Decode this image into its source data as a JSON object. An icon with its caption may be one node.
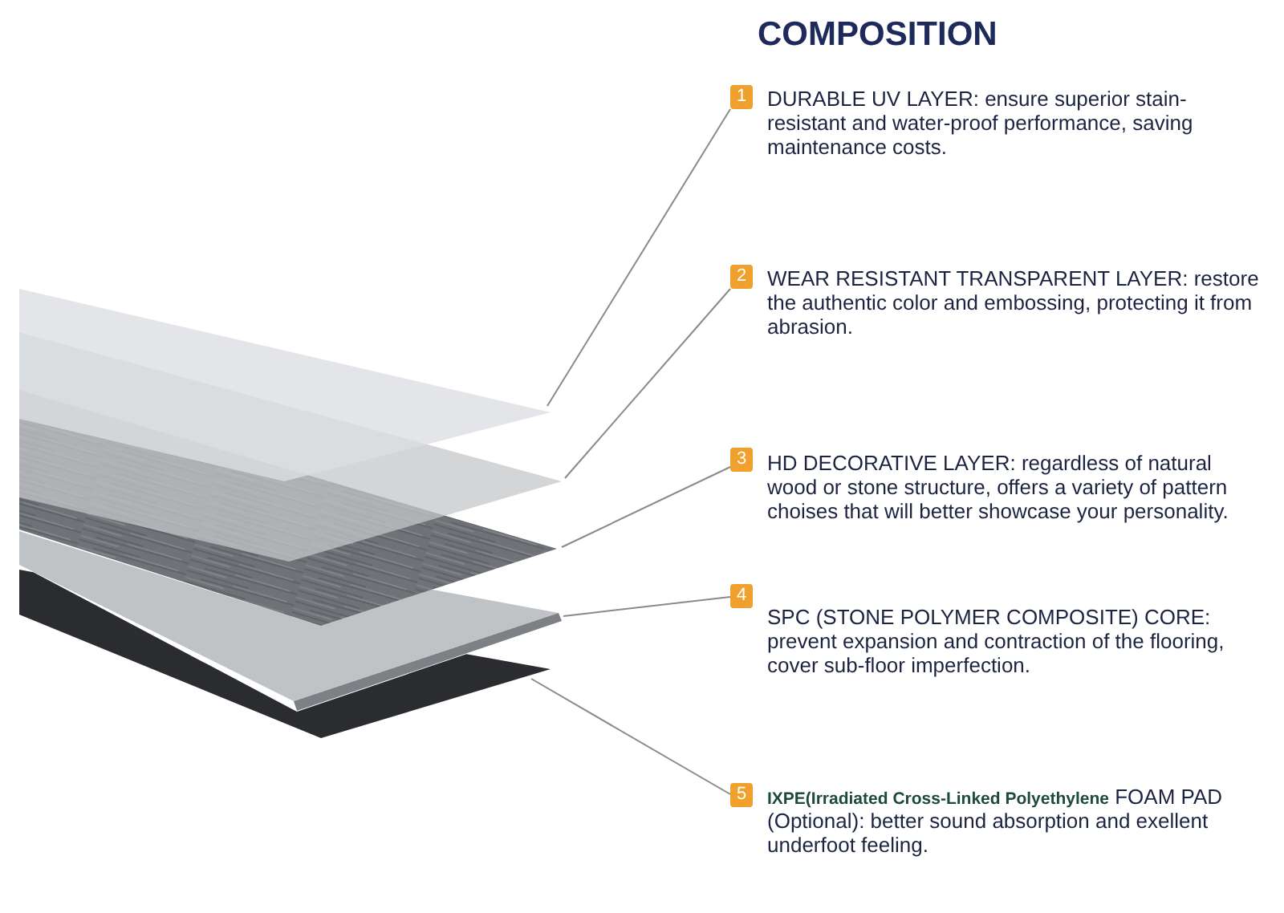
{
  "diagram": {
    "title": "COMPOSITION",
    "nodes": [
      {
        "text": [
          "1"
        ],
        "beside": [
          "DURABLE UV LAYER: ensure superior stain-resistant and water-proof performance, saving maintenance costs."
        ]
      },
      {
        "text": [
          "2"
        ],
        "beside": [
          "WEAR RESISTANT TRANSPARENT LAYER: restore the authentic color and embossing, protecting it from abrasion."
        ]
      },
      {
        "text": [
          "3"
        ],
        "beside": [
          "HD DECORATIVE LAYER: regardless of natural wood or stone structure, offers a variety of pattern choises that will better showcase your personality."
        ]
      },
      {
        "text": [
          "4"
        ],
        "beside": [
          "SPC (STONE POLYMER COMPOSITE) CORE: prevent expansion and contraction of the flooring, cover sub-floor imperfection."
        ]
      },
      {
        "text": [
          "5"
        ],
        "beside": [
          "**IXPE(Irradiated Cross-Linked Polyethylene** FOAM PAD (Optional): better sound absorption and exellent underfoot feeling."
        ]
      },
      {
        "text": [],
        "shape": "picture"
      },
      {
        "text": [],
        "shape": "picture"
      },
      {
        "text": [],
        "shape": "picture"
      },
      {
        "text": [],
        "shape": "picture"
      },
      {
        "text": [],
        "shape": "picture"
      }
    ],
    "edges": [
      {
        "from": 0,
        "to": 5,
        "arrow": "none"
      },
      {
        "from": 1,
        "to": 6,
        "arrow": "none"
      },
      {
        "from": 2,
        "to": 7,
        "arrow": "none"
      },
      {
        "from": 3,
        "to": 8,
        "arrow": "none"
      },
      {
        "from": 4,
        "to": 9,
        "arrow": "none"
      }
    ]
  }
}
